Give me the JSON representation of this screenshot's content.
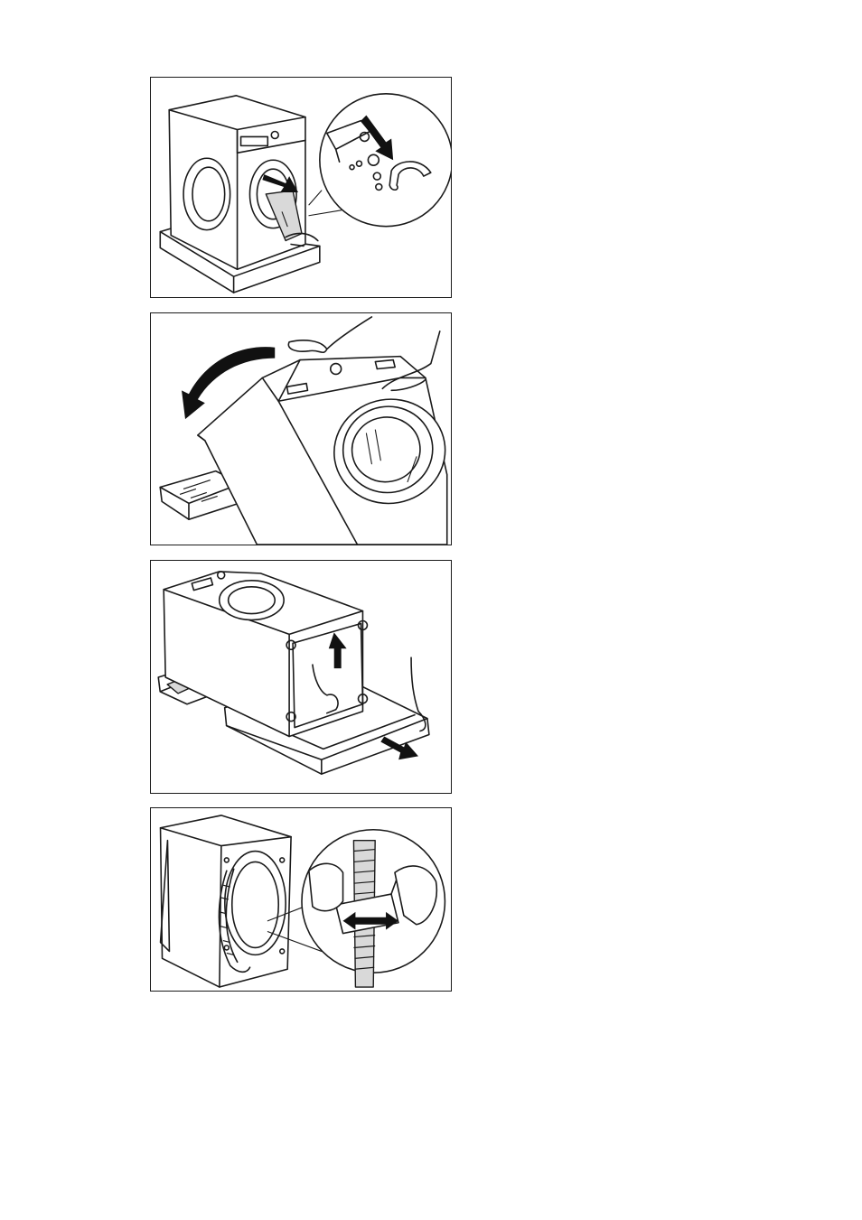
{
  "figures": [
    {
      "id": "fig-1",
      "icons": [
        "washing-machine-icon",
        "transport-bolt-icon",
        "magnifier-inset-icon",
        "down-arrow-icon"
      ]
    },
    {
      "id": "fig-2",
      "icons": [
        "washing-machine-icon",
        "rotate-arrow-icon",
        "hand-icon"
      ]
    },
    {
      "id": "fig-3",
      "icons": [
        "washing-machine-icon",
        "up-arrow-icon",
        "base-tray-icon"
      ]
    },
    {
      "id": "fig-4",
      "icons": [
        "washing-machine-icon",
        "drain-hose-icon",
        "magnifier-inset-icon",
        "double-arrow-icon"
      ]
    }
  ],
  "colors": {
    "stroke": "#1a1a1a",
    "fill_grey": "#d9d9d9",
    "arrow": "#111111",
    "background": "#ffffff"
  }
}
